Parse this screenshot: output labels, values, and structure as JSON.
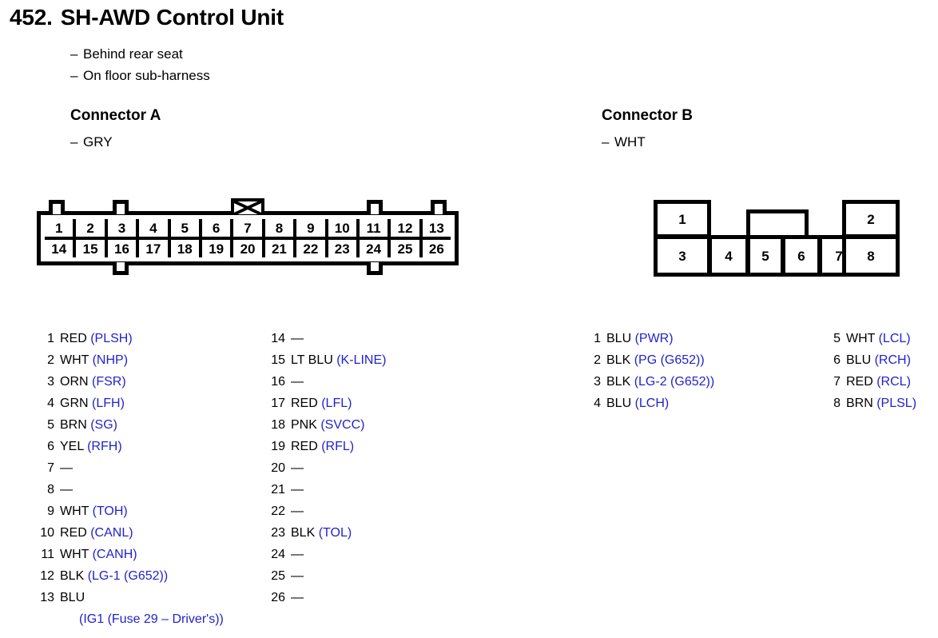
{
  "header": {
    "number": "452.",
    "title": "SH-AWD Control Unit",
    "bullets": [
      "Behind rear seat",
      "On floor sub-harness"
    ]
  },
  "connector_a": {
    "heading": "Connector A",
    "color_note": "GRY",
    "diagram": {
      "top_row": [
        "1",
        "2",
        "3",
        "4",
        "5",
        "6",
        "7",
        "8",
        "9",
        "10",
        "11",
        "12",
        "13"
      ],
      "bottom_row": [
        "14",
        "15",
        "16",
        "17",
        "18",
        "19",
        "20",
        "21",
        "22",
        "23",
        "24",
        "25",
        "26"
      ],
      "top_tabs_over_pins": [
        1,
        3,
        11,
        13
      ],
      "bowtie_tab_over_pin": 7,
      "bottom_tabs_under_pins": [
        16,
        24
      ]
    },
    "pins_col1": [
      {
        "no": "1",
        "color": "RED",
        "signal": "(PLSH)"
      },
      {
        "no": "2",
        "color": "WHT",
        "signal": "(NHP)"
      },
      {
        "no": "3",
        "color": "ORN",
        "signal": "(FSR)"
      },
      {
        "no": "4",
        "color": "GRN",
        "signal": "(LFH)"
      },
      {
        "no": "5",
        "color": "BRN",
        "signal": "(SG)"
      },
      {
        "no": "6",
        "color": "YEL",
        "signal": "(RFH)"
      },
      {
        "no": "7",
        "color": "—",
        "signal": ""
      },
      {
        "no": "8",
        "color": "—",
        "signal": ""
      },
      {
        "no": "9",
        "color": "WHT",
        "signal": "(TOH)"
      },
      {
        "no": "10",
        "color": "RED",
        "signal": "(CANL)"
      },
      {
        "no": "11",
        "color": "WHT",
        "signal": "(CANH)"
      },
      {
        "no": "12",
        "color": "BLK",
        "signal": "(LG-1 (G652))"
      },
      {
        "no": "13",
        "color": "BLU",
        "signal": "",
        "continuation": "(IG1 (Fuse 29 – Driver's))"
      }
    ],
    "pins_col2": [
      {
        "no": "14",
        "color": "—",
        "signal": ""
      },
      {
        "no": "15",
        "color": "LT BLU",
        "signal": "(K-LINE)"
      },
      {
        "no": "16",
        "color": "—",
        "signal": ""
      },
      {
        "no": "17",
        "color": "RED",
        "signal": "(LFL)"
      },
      {
        "no": "18",
        "color": "PNK",
        "signal": "(SVCC)"
      },
      {
        "no": "19",
        "color": "RED",
        "signal": "(RFL)"
      },
      {
        "no": "20",
        "color": "—",
        "signal": ""
      },
      {
        "no": "21",
        "color": "—",
        "signal": ""
      },
      {
        "no": "22",
        "color": "—",
        "signal": ""
      },
      {
        "no": "23",
        "color": "BLK",
        "signal": "(TOL)"
      },
      {
        "no": "24",
        "color": "—",
        "signal": ""
      },
      {
        "no": "25",
        "color": "—",
        "signal": ""
      },
      {
        "no": "26",
        "color": "—",
        "signal": ""
      }
    ]
  },
  "connector_b": {
    "heading": "Connector B",
    "color_note": "WHT",
    "diagram": {
      "top_row": [
        "1",
        "2"
      ],
      "bottom_row": [
        "3",
        "4",
        "5",
        "6",
        "7",
        "8"
      ],
      "middle_tab_label": ""
    },
    "pins_col1": [
      {
        "no": "1",
        "color": "BLU",
        "signal": "(PWR)"
      },
      {
        "no": "2",
        "color": "BLK",
        "signal": "(PG (G652))"
      },
      {
        "no": "3",
        "color": "BLK",
        "signal": "(LG-2 (G652))"
      },
      {
        "no": "4",
        "color": "BLU",
        "signal": "(LCH)"
      }
    ],
    "pins_col2": [
      {
        "no": "5",
        "color": "WHT",
        "signal": "(LCL)"
      },
      {
        "no": "6",
        "color": "BLU",
        "signal": "(RCH)"
      },
      {
        "no": "7",
        "color": "RED",
        "signal": "(RCL)"
      },
      {
        "no": "8",
        "color": "BRN",
        "signal": "(PLSL)"
      }
    ]
  },
  "colors": {
    "signal_blue": "#2222cc",
    "text_black": "#000000",
    "background": "#ffffff"
  }
}
